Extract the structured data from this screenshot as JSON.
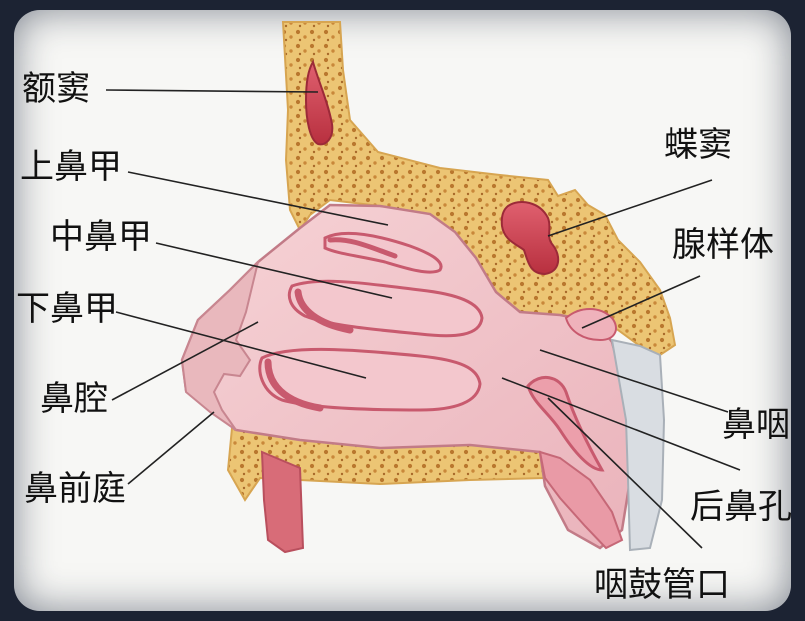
{
  "labels": {
    "frontal_sinus": "额窦",
    "superior_turbinate": "上鼻甲",
    "middle_turbinate": "中鼻甲",
    "inferior_turbinate": "下鼻甲",
    "nasal_cavity": "鼻腔",
    "nasal_vestibule": "鼻前庭",
    "sphenoid_sinus": "蝶窦",
    "adenoid": "腺样体",
    "nasopharynx": "鼻咽",
    "choana": "后鼻孔",
    "eustachian_tube_opening": "咽鼓管口"
  },
  "colors": {
    "background": "#1c2333",
    "panel": "#f7f7f5",
    "bone": "#e9c170",
    "bone_dots": "#b9772e",
    "mucosa": "#f1c3c9",
    "turbinate_fold": "#c85a6e",
    "sinus": "#d34a5c",
    "leader_line": "#222222"
  }
}
